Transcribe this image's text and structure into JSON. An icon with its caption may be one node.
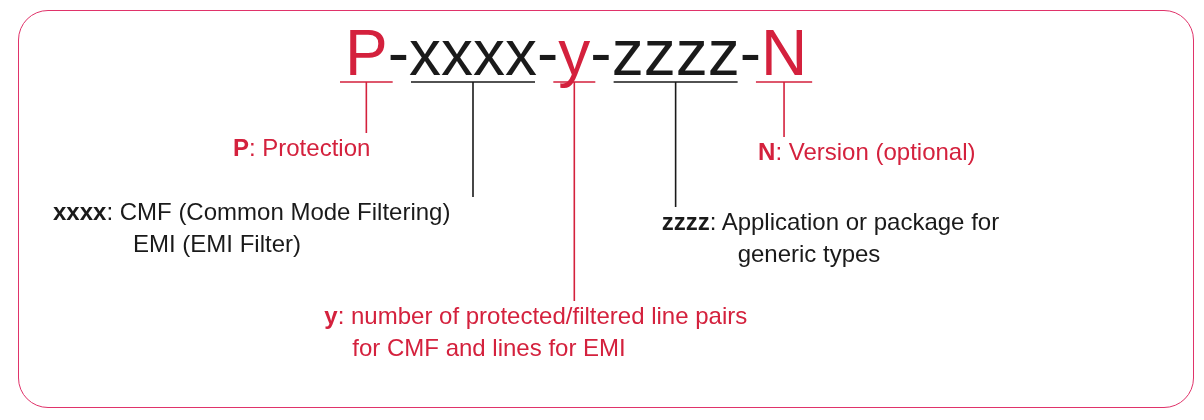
{
  "diagram": {
    "nodes": [
      {
        "text": [
          "P"
        ]
      },
      {
        "text": [
          "xxxx"
        ]
      },
      {
        "text": [
          "y"
        ]
      },
      {
        "text": [
          "zzzz"
        ]
      },
      {
        "text": [
          "N"
        ]
      },
      {
        "text": [
          "**P**: Protection"
        ]
      },
      {
        "text": [
          "**xxxx**: CMF (Common Mode Filtering) EMI (EMI Filter)"
        ]
      },
      {
        "text": [
          "**zzzz**: Application or package for generic types"
        ]
      },
      {
        "text": [
          "**N**: Version (optional)"
        ]
      },
      {
        "text": [
          "**y**: number of protected/filtered line pairs for CMF and lines for EMI"
        ]
      }
    ],
    "edges": [
      {
        "from": 5,
        "to": 0,
        "arrow": "none"
      },
      {
        "from": 6,
        "to": 1,
        "arrow": "none",
        "color": "#1a1a1a"
      },
      {
        "from": 9,
        "to": 2,
        "arrow": "none"
      },
      {
        "from": 7,
        "to": 3,
        "arrow": "none",
        "color": "#1a1a1a"
      },
      {
        "from": 8,
        "to": 4,
        "arrow": "none"
      }
    ],
    "labels": [
      "-",
      "-",
      "-",
      "-"
    ]
  }
}
